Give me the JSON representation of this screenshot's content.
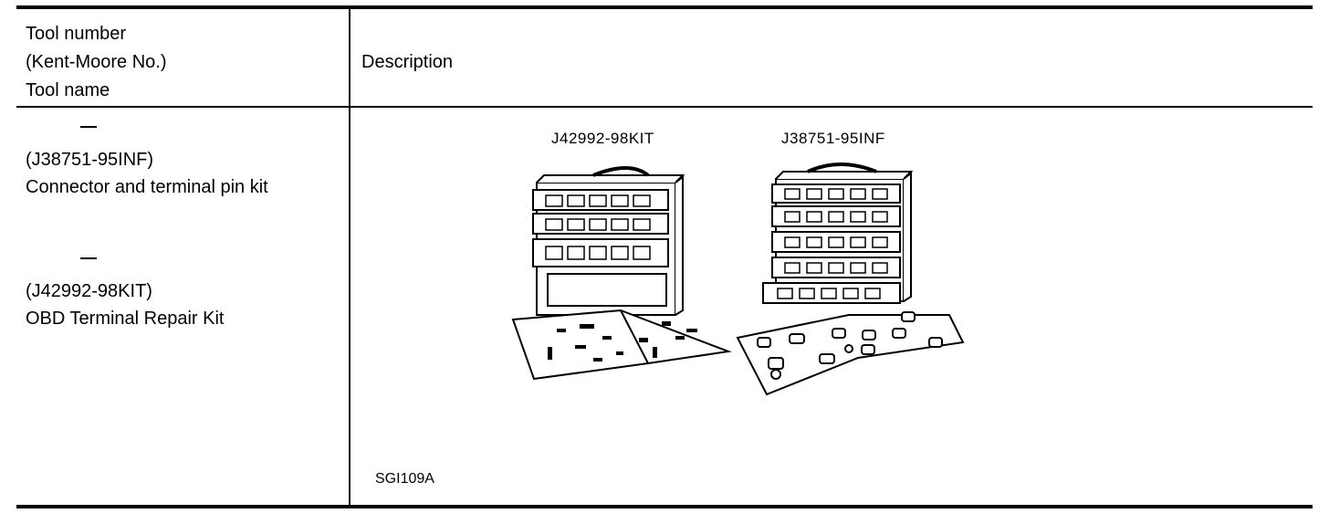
{
  "header": {
    "left_lines": [
      "Tool number",
      "(Kent-Moore No.)",
      "Tool name"
    ],
    "right": "Description"
  },
  "row": {
    "tool1": {
      "number": "—",
      "kent_moore": "(J38751-95INF)",
      "name": "Connector and terminal pin kit"
    },
    "tool2": {
      "number": "—",
      "kent_moore": "(J42992-98KIT)",
      "name": "OBD Terminal Repair Kit"
    }
  },
  "illustration": {
    "label_left": "J42992-98KIT",
    "label_right": "J38751-95INF",
    "figure_id": "SGI109A",
    "icons": [
      "toolbox-icon",
      "toolbox-icon"
    ]
  }
}
